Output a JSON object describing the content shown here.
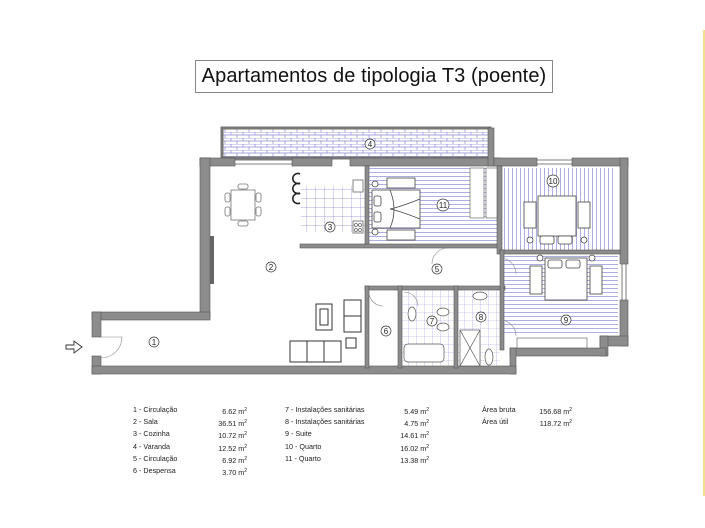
{
  "title": "Apartamentos de tipologia T3 (poente)",
  "unit_suffix": "m",
  "unit_exp": "2",
  "rooms": [
    {
      "num": "1",
      "name": "1 - Circulação",
      "area": "6.62 m"
    },
    {
      "num": "2",
      "name": "2 - Sala",
      "area": "36.51 m"
    },
    {
      "num": "3",
      "name": "3 - Cozinha",
      "area": "10.72 m"
    },
    {
      "num": "4",
      "name": "4 - Varanda",
      "area": "12.52 m"
    },
    {
      "num": "5",
      "name": "5 - Circulação",
      "area": "6.92 m"
    },
    {
      "num": "6",
      "name": "6 - Despensa",
      "area": "3.70 m"
    },
    {
      "num": "7",
      "name": "7 - Instalações sanitárias",
      "area": "5.49 m"
    },
    {
      "num": "8",
      "name": "8 - Instalações sanitárias",
      "area": "4.75 m"
    },
    {
      "num": "9",
      "name": "9 - Suite",
      "area": "14.61 m"
    },
    {
      "num": "10",
      "name": "10 - Quarto",
      "area": "16.02 m"
    },
    {
      "num": "11",
      "name": "11 - Quarto",
      "area": "13.38 m"
    }
  ],
  "totals": [
    {
      "name": "Área bruta",
      "area": "156.68 m"
    },
    {
      "name": "Área útil",
      "area": "118.72 m"
    }
  ],
  "colors": {
    "wall": "#8c8c8c",
    "wall_edge": "#555555",
    "hatch": "#8a8ad8",
    "accent_line": "#f3dd8f"
  }
}
